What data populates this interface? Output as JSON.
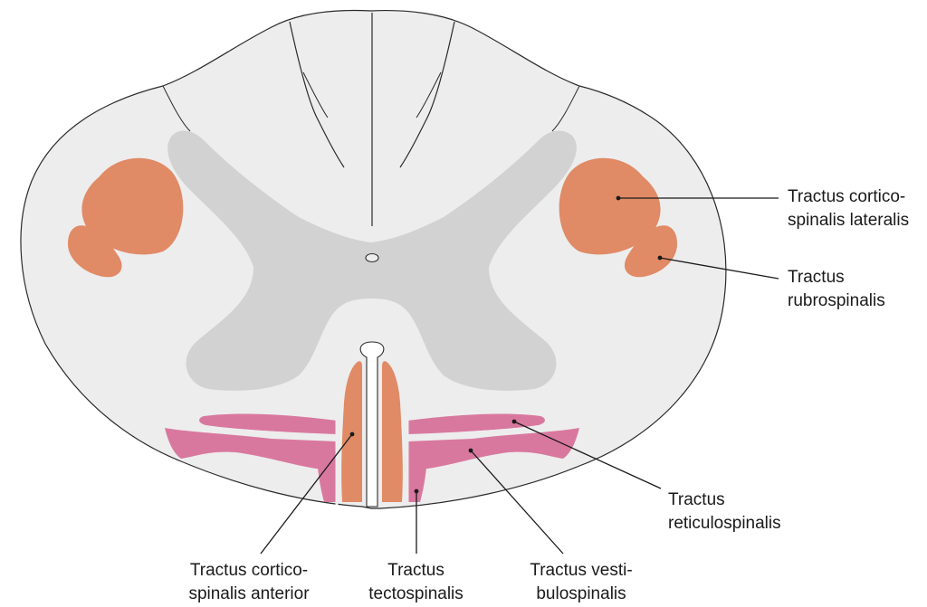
{
  "labels": {
    "cs_lateralis": {
      "line1": "Tractus cortico-",
      "line2": "spinalis lateralis"
    },
    "rubrospinalis": {
      "line1": "Tractus",
      "line2": "rubrospinalis"
    },
    "reticulospinalis": {
      "line1": "Tractus",
      "line2": "reticulospinalis"
    },
    "cs_anterior": {
      "line1": "Tractus cortico-",
      "line2": "spinalis anterior"
    },
    "tectospinalis": {
      "line1": "Tractus",
      "line2": "tectospinalis"
    },
    "vestibulospinalis": {
      "line1": "Tractus vesti-",
      "line2": "bulospinalis"
    }
  },
  "colors": {
    "white_matter": "#ededed",
    "grey_matter": "#d2d2d2",
    "corticospinal_orange": "#e08a66",
    "pink_tracts": "#d9789f",
    "outline": "#2a2a2a"
  }
}
